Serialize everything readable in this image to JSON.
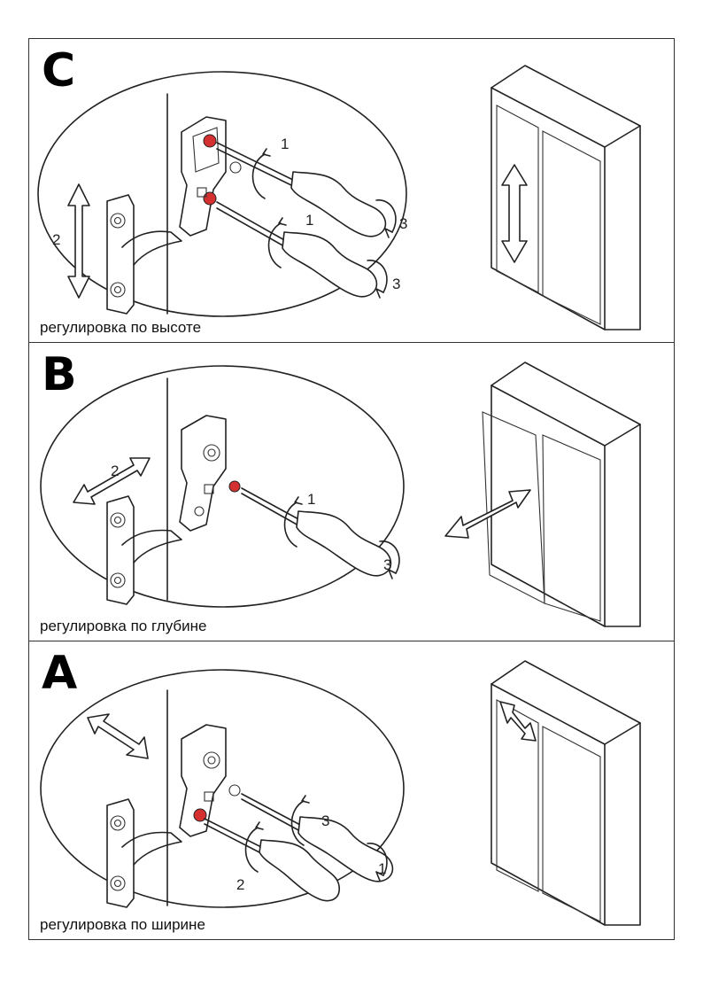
{
  "sections": [
    {
      "letter": "C",
      "caption": "регулировка по высоте",
      "labels": {
        "arrow": "2",
        "top_screw": "1",
        "top_turn": "3",
        "bottom_screw": "1",
        "bottom_turn": "3"
      }
    },
    {
      "letter": "B",
      "caption": "регулировка по глубине",
      "labels": {
        "arrow": "2",
        "screw": "1",
        "turn": "3"
      }
    },
    {
      "letter": "A",
      "caption": "регулировка по ширине",
      "labels": {
        "right_turn": "3",
        "right_screw": "1",
        "left_screw": "2"
      }
    }
  ],
  "colors": {
    "screw_highlight": "#d43030",
    "line": "#222222"
  },
  "icons": [
    "hinge-icon",
    "screwdriver-icon",
    "wardrobe-icon",
    "double-arrow-icon",
    "rotation-arrow-icon"
  ]
}
